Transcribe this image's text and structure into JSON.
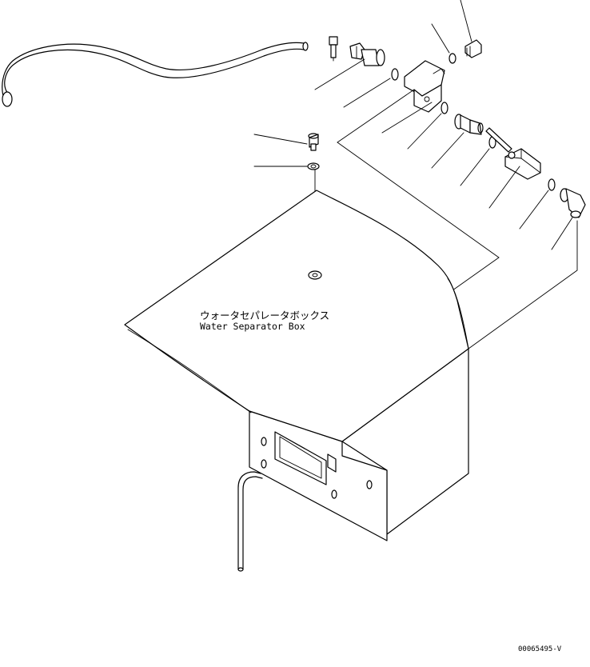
{
  "diagram": {
    "label_japanese": "ウォータセパレータボックス",
    "label_english": "Water Separator Box",
    "drawing_number": "00065495-V"
  },
  "colors": {
    "line": "#000000",
    "background": "#ffffff"
  }
}
